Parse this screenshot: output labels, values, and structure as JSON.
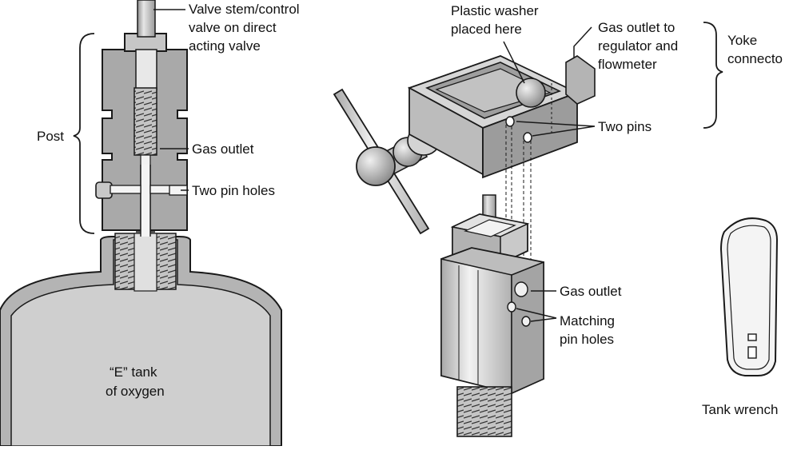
{
  "labels": {
    "valve_stem_1": "Valve stem/control",
    "valve_stem_2": "valve on direct",
    "valve_stem_3": "acting valve",
    "post": "Post",
    "gas_outlet_left": "Gas outlet",
    "two_pin_holes": "Two pin holes",
    "tank_1": "“E” tank",
    "tank_2": "of oxygen",
    "washer_1": "Plastic washer",
    "washer_2": "placed here",
    "gas_outlet_to_1": "Gas outlet to",
    "gas_outlet_to_2": "regulator and",
    "gas_outlet_to_3": "flowmeter",
    "yoke_1": "Yoke",
    "yoke_2": "connecto",
    "two_pins": "Two pins",
    "gas_outlet_right": "Gas outlet",
    "matching_1": "Matching",
    "matching_2": "pin holes",
    "tank_wrench": "Tank wrench"
  },
  "colors": {
    "metal": "#b9b9b9",
    "metal_dark": "#8c8c8c",
    "metal_light": "#e4e4e4",
    "line": "#1a1a1a"
  }
}
